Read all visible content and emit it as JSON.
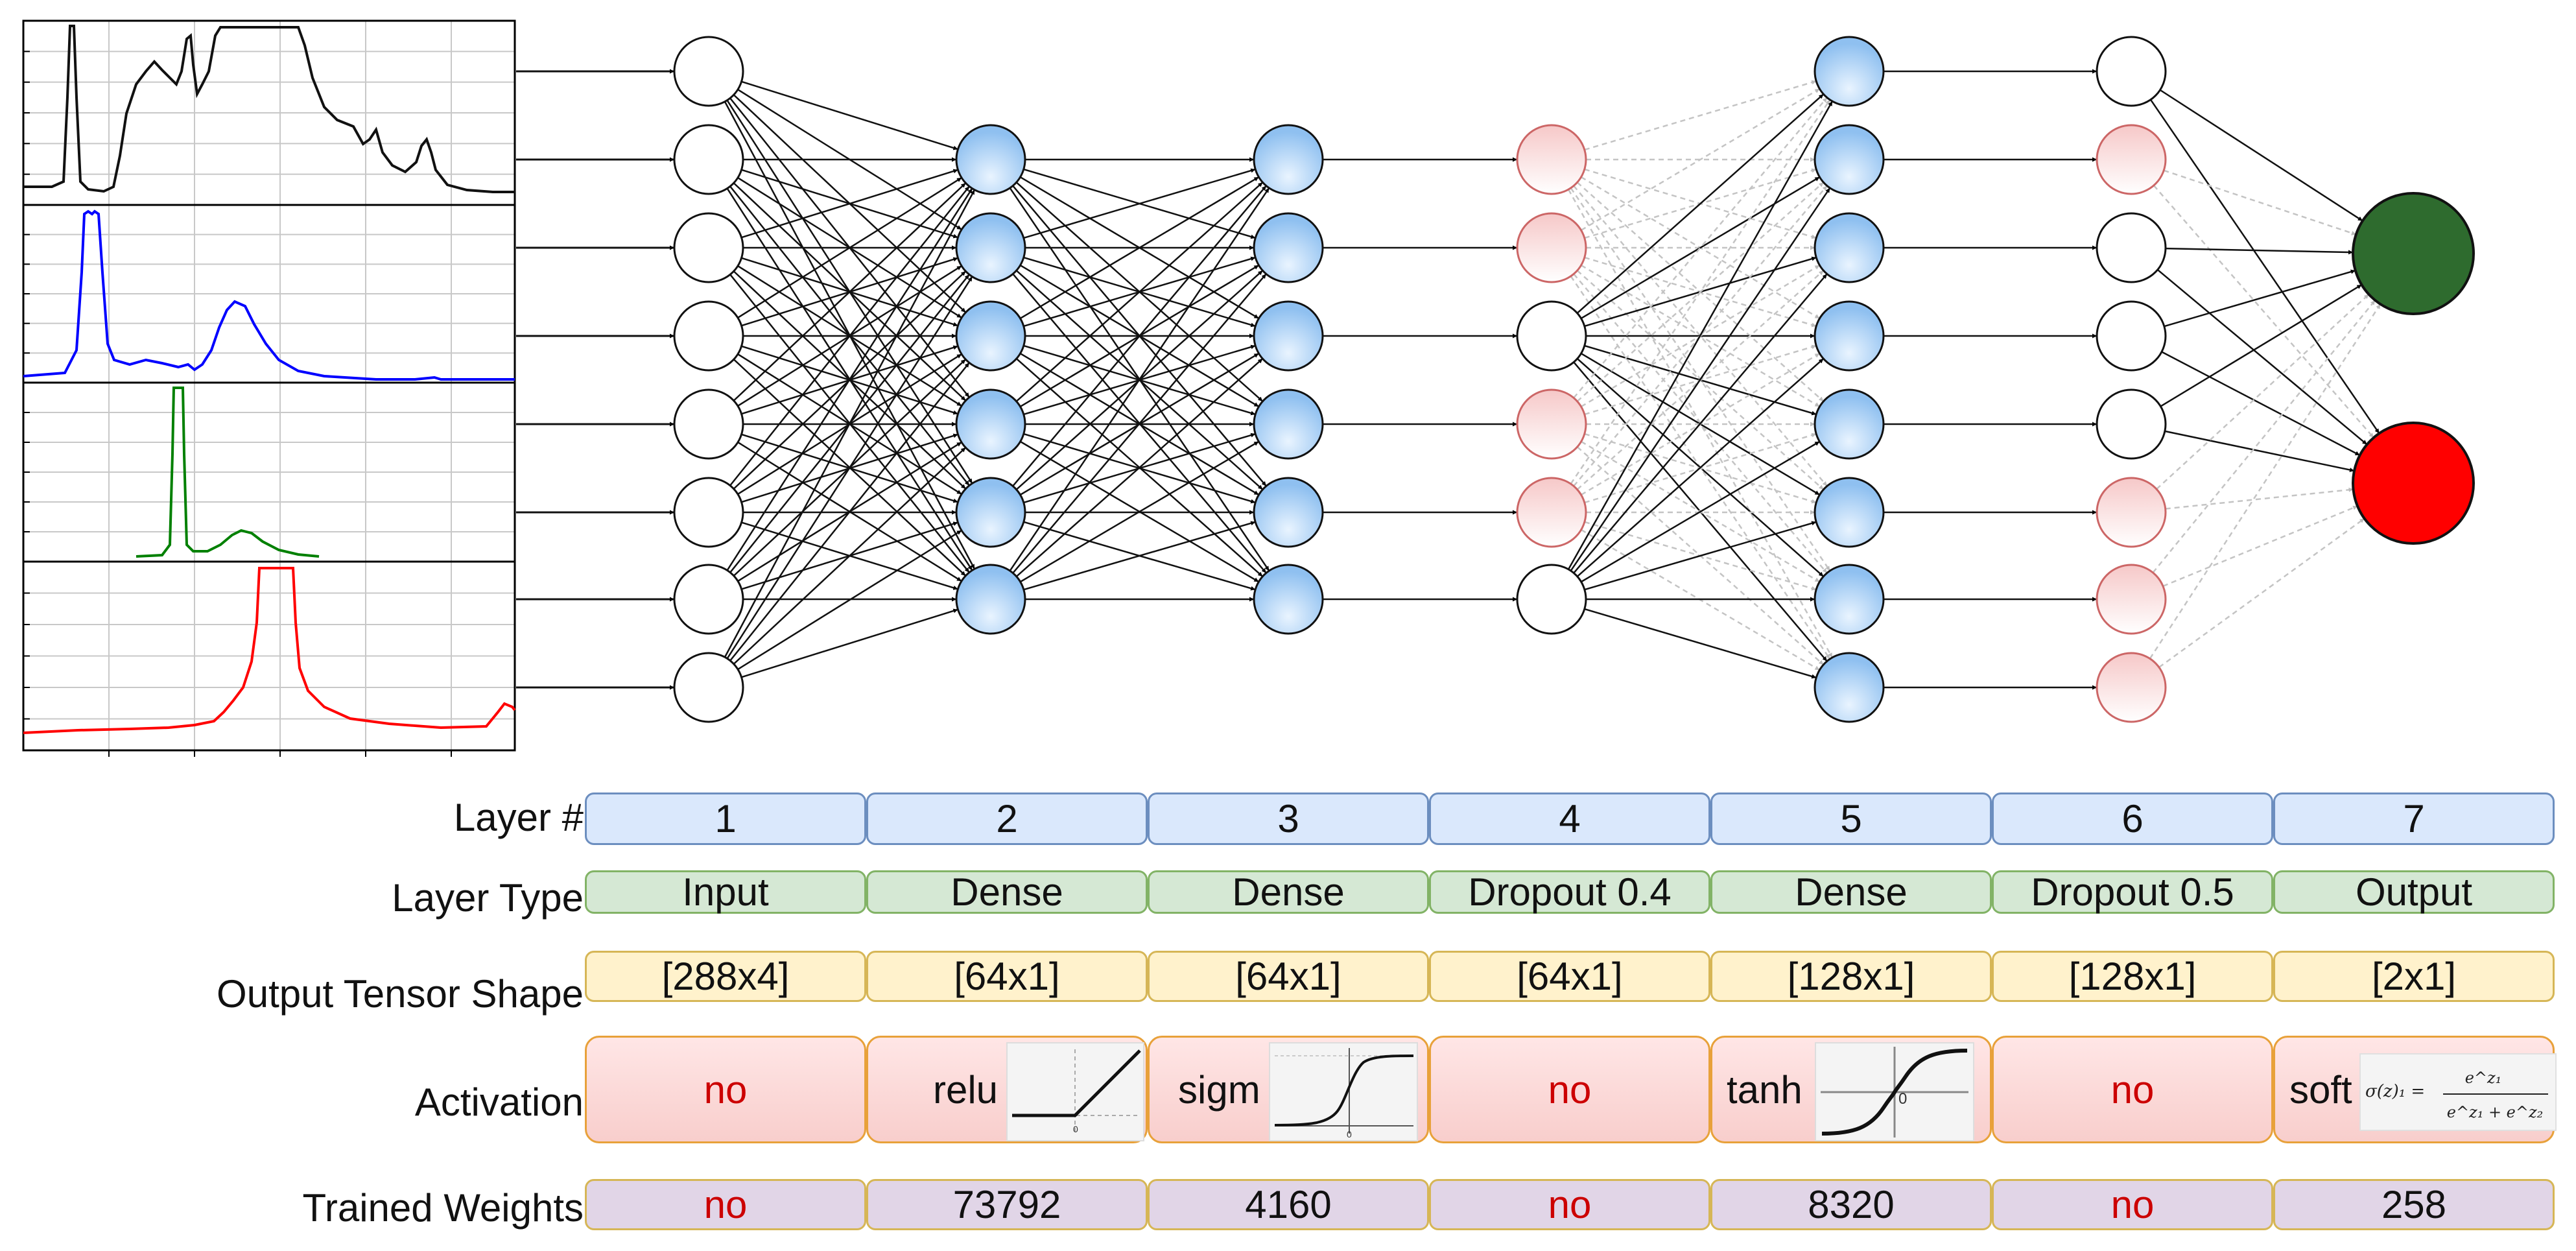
{
  "colors": {
    "signal_1": "#000000",
    "signal_2": "#0000ff",
    "signal_3": "#008000",
    "signal_4": "#ff0000",
    "neuron_active": "#bcdcff",
    "neuron_dropped": "#f8cecc",
    "output_class_1": "#2e6b2e",
    "output_class_2": "#ff0000"
  },
  "network": {
    "columns": [
      {
        "kind": "input",
        "count": 8
      },
      {
        "kind": "dense",
        "count": 6
      },
      {
        "kind": "dense",
        "count": 6
      },
      {
        "kind": "dropout",
        "count": 6,
        "kept": [
          2,
          5
        ]
      },
      {
        "kind": "dense",
        "count": 8
      },
      {
        "kind": "dropout",
        "count": 8,
        "kept": [
          0,
          2,
          3,
          4
        ]
      },
      {
        "kind": "output",
        "count": 2
      }
    ]
  },
  "table": {
    "row_labels": {
      "layer": "Layer #",
      "type": "Layer Type",
      "shape": "Output Tensor Shape",
      "activation": "Activation",
      "weights": "Trained Weights"
    },
    "columns": [
      {
        "layer": "1",
        "type": "Input",
        "shape": "[288x4]",
        "activation": "no",
        "activation_plot": "none",
        "weights": "no"
      },
      {
        "layer": "2",
        "type": "Dense",
        "shape": "[64x1]",
        "activation": "relu",
        "activation_plot": "relu",
        "weights": "73792"
      },
      {
        "layer": "3",
        "type": "Dense",
        "shape": "[64x1]",
        "activation": "sigm",
        "activation_plot": "sigmoid",
        "weights": "4160"
      },
      {
        "layer": "4",
        "type": "Dropout 0.4",
        "shape": "[64x1]",
        "activation": "no",
        "activation_plot": "none",
        "weights": "no"
      },
      {
        "layer": "5",
        "type": "Dense",
        "shape": "[128x1]",
        "activation": "tanh",
        "activation_plot": "tanh",
        "weights": "8320"
      },
      {
        "layer": "6",
        "type": "Dropout 0.5",
        "shape": "[128x1]",
        "activation": "no",
        "activation_plot": "none",
        "weights": "no"
      },
      {
        "layer": "7",
        "type": "Output",
        "shape": "[2x1]",
        "activation": "soft",
        "activation_plot": "softmax",
        "weights": "258"
      }
    ],
    "activation_tick": "0",
    "softmax_formula": {
      "lhs": "σ(z)₁ =",
      "numerator": "e^z₁",
      "denominator": "e^z₁ + e^z₂"
    }
  }
}
